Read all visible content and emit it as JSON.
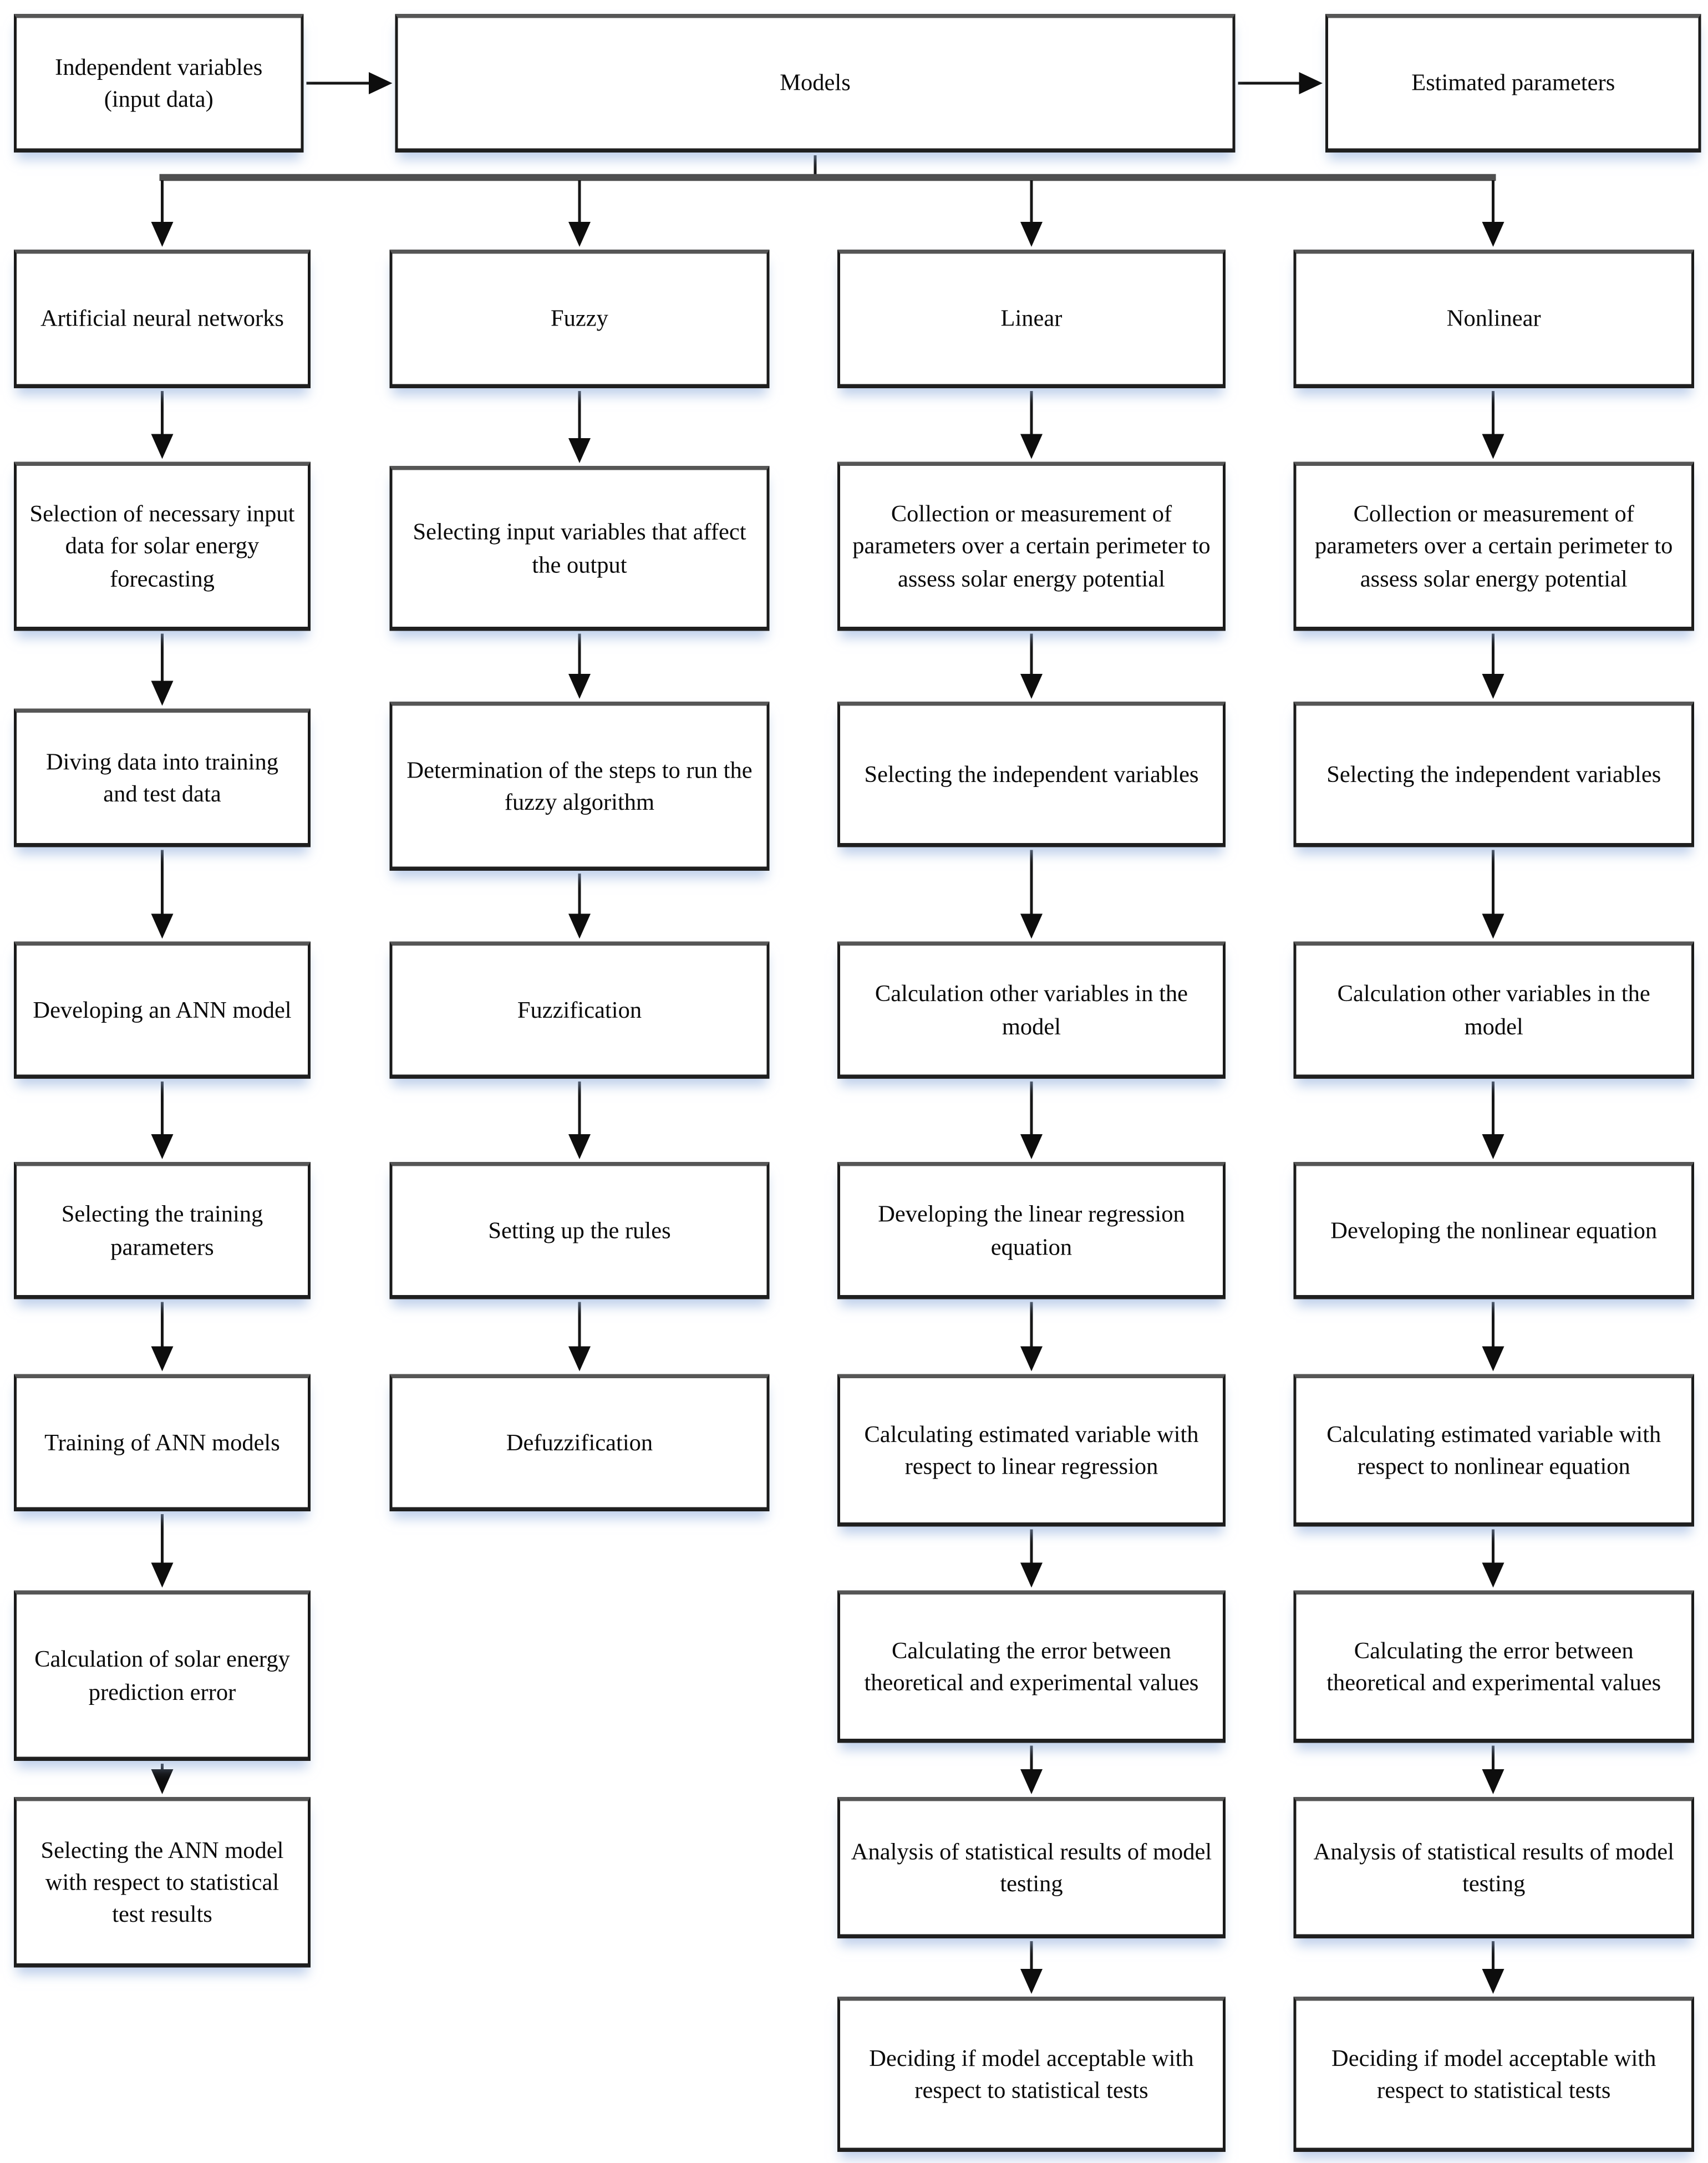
{
  "top_row": {
    "independent_variables": "Independent variables (input data)",
    "models": "Models",
    "estimated_parameters": "Estimated parameters"
  },
  "columns": [
    {
      "id": "ann",
      "header": "Artificial neural networks",
      "steps": [
        "Selection of necessary input data for solar energy forecasting",
        "Diving data into training and test data",
        "Developing an ANN model",
        "Selecting the training parameters",
        "Training of ANN models",
        "Calculation of solar energy prediction error",
        "Selecting the ANN model with respect to statistical test results"
      ]
    },
    {
      "id": "fuzzy",
      "header": "Fuzzy",
      "steps": [
        "Selecting input variables that affect the output",
        "Determination of the steps to run the fuzzy algorithm",
        "Fuzzification",
        "Setting up the rules",
        "Defuzzification"
      ]
    },
    {
      "id": "linear",
      "header": "Linear",
      "steps": [
        "Collection or measurement of parameters over a certain perimeter to assess solar energy potential",
        "Selecting the independent variables",
        "Calculation other variables in the model",
        "Developing the linear regression equation",
        "Calculating estimated variable with respect to linear regression",
        "Calculating the error between theoretical and experimental values",
        "Analysis of statistical results of model testing",
        "Deciding if model acceptable with respect to statistical tests"
      ]
    },
    {
      "id": "nonlinear",
      "header": "Nonlinear",
      "steps": [
        "Collection or measurement of parameters over a certain perimeter to assess solar energy potential",
        "Selecting the independent variables",
        "Calculation other variables in the model",
        "Developing the nonlinear equation",
        "Calculating estimated variable with respect to nonlinear equation",
        "Calculating the error between theoretical and experimental values",
        "Analysis of statistical results of model testing",
        "Deciding if model acceptable with respect to statistical tests"
      ]
    }
  ]
}
